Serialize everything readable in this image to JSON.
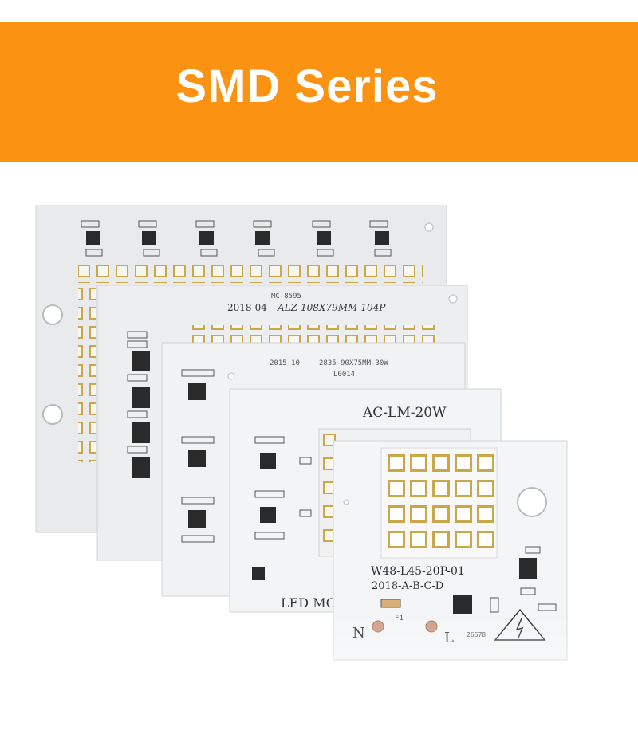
{
  "banner": {
    "title": "SMD Series"
  },
  "boards": {
    "board1": {
      "model": "ALZ-108X79MM-104P",
      "date": "2018-04",
      "code": "MC-8595"
    },
    "board2": {
      "model": "2835-90X75MM-30W",
      "date": "2015-10",
      "code": "L0014"
    },
    "board3": {
      "model": "AC-LM-20W",
      "label": "LED MO"
    },
    "board4": {
      "model": "W48-L45-20P-01",
      "rev": "2018-A-B-C-D",
      "fuse": "F1",
      "neutral": "N",
      "live": "L",
      "serial": "26678"
    }
  },
  "colors": {
    "banner": "#fb9211",
    "board": "#eef0f1",
    "led": "#f7f7ef",
    "led_frame": "#c9a74a",
    "chip": "#2a2a2a"
  }
}
